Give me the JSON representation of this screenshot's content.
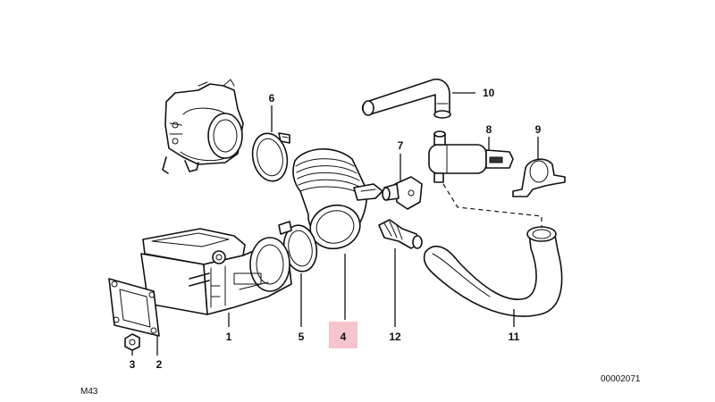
{
  "diagram": {
    "callouts": [
      {
        "id": "p1",
        "label": "1"
      },
      {
        "id": "p2",
        "label": "2"
      },
      {
        "id": "p3",
        "label": "3"
      },
      {
        "id": "p4",
        "label": "4"
      },
      {
        "id": "p5",
        "label": "5"
      },
      {
        "id": "p6",
        "label": "6"
      },
      {
        "id": "p7",
        "label": "7"
      },
      {
        "id": "p8",
        "label": "8"
      },
      {
        "id": "p9",
        "label": "9"
      },
      {
        "id": "p10",
        "label": "10"
      },
      {
        "id": "p11",
        "label": "11"
      },
      {
        "id": "p12",
        "label": "12"
      }
    ],
    "highlight_color": "#f6c4cc",
    "highlighted_callout": "4"
  },
  "footer": {
    "left_code": "M43",
    "right_code": "00002071"
  }
}
